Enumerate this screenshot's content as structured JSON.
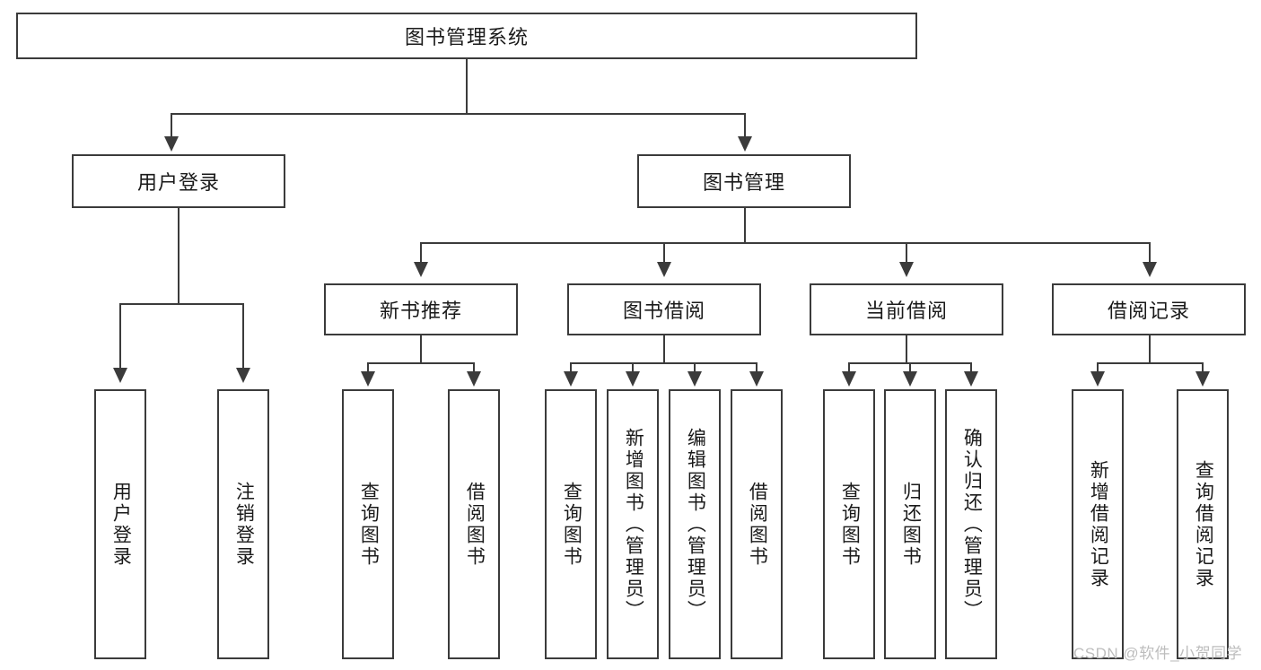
{
  "diagram": {
    "title": "图书管理系统",
    "root": {
      "label": "图书管理系统"
    },
    "level2": [
      {
        "label": "用户登录"
      },
      {
        "label": "图书管理"
      }
    ],
    "level3": [
      {
        "label": "新书推荐"
      },
      {
        "label": "图书借阅"
      },
      {
        "label": "当前借阅"
      },
      {
        "label": "借阅记录"
      }
    ],
    "leaves": {
      "user_login": [
        {
          "label": "用户登录"
        },
        {
          "label": "注销登录"
        }
      ],
      "new_book_recommend": [
        {
          "label": "查询图书"
        },
        {
          "label": "借阅图书"
        }
      ],
      "book_borrow": [
        {
          "label": "查询图书"
        },
        {
          "label": "新增图书（管理员）"
        },
        {
          "label": "编辑图书（管理员）"
        },
        {
          "label": "借阅图书"
        }
      ],
      "current_borrow": [
        {
          "label": "查询图书"
        },
        {
          "label": "归还图书"
        },
        {
          "label": "确认归还（管理员）"
        }
      ],
      "borrow_record": [
        {
          "label": "新增借阅记录"
        },
        {
          "label": "查询借阅记录"
        }
      ]
    },
    "watermark": "CSDN @软件_小贺同学",
    "colors": {
      "stroke": "#3b3b3b",
      "background": "#ffffff",
      "text": "#1a1a1a",
      "watermark": "#bdbdbd"
    }
  }
}
